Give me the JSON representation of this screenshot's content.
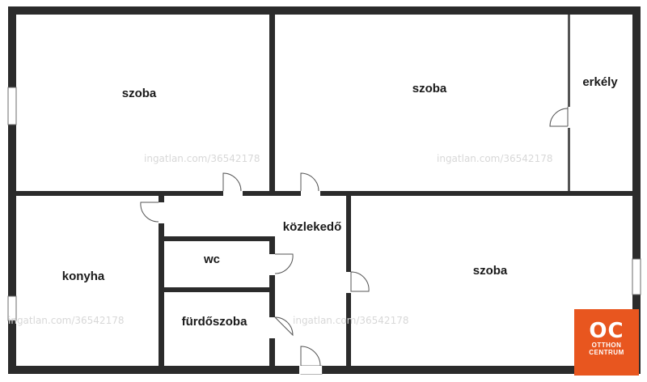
{
  "rooms": {
    "room_top_left": "szoba",
    "room_top_middle": "szoba",
    "balcony": "erkély",
    "kitchen": "konyha",
    "hallway": "közlekedő",
    "wc": "wc",
    "bathroom": "fürdőszoba",
    "room_bottom_right": "szoba"
  },
  "watermark": "ingatlan.com/36542178",
  "logo": {
    "mark": "OC",
    "line1": "OTTHON",
    "line2": "CENTRUM"
  },
  "colors": {
    "wall": "#2b2b2b",
    "logo_bg": "#e8561f"
  }
}
